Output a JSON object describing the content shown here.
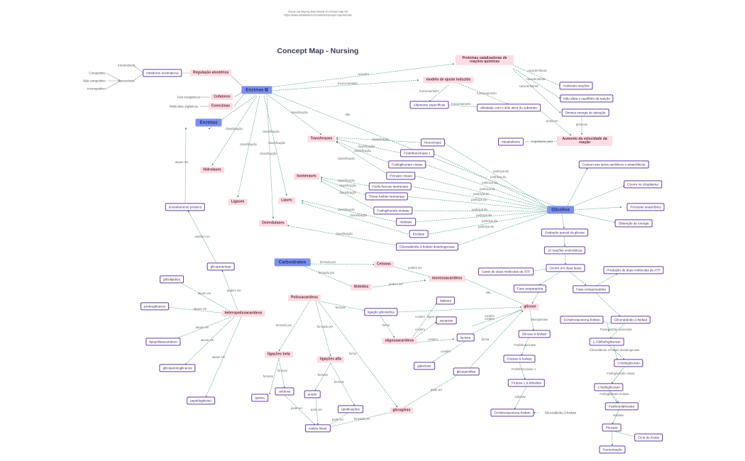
{
  "header_note": "Check out step-by-step tutorial of concept map via https://www.edrawmind.com/article/concept-map-tutorial/",
  "title": "Concept Map - Nursing",
  "colors": {
    "pink": "#fbdde3",
    "blue": "#7d90ea",
    "box_border": "#6a3fa0",
    "edge": "#2e8a74"
  },
  "nodes": {
    "enzimas_main": "Enzimas",
    "enzimas_sub": "Enzimas",
    "regulacao": "Regulação alostérica",
    "cofatores": "Cofatores",
    "coenzimas": "Coenzimas",
    "inibidores": "Inibidores enzimáticos",
    "irreversiveis": "Irreversíveis",
    "reversiveis": "Reversíveis",
    "competitivo": "Competitivo",
    "nao_competitivo": "Não competitivo",
    "incompetitivo": "Incompetitivo",
    "ions": "Íons inorgânicos",
    "moleculas": "Moléculas orgânicas",
    "proteinas": "Proteínas catalizadoras de reações químicas",
    "modelo": "modelo de ajuste induzido",
    "altamente": "Altamente específicas",
    "afinidade": "afinidade com o sítio ativo do substrato",
    "aceleram": "Aceleram reações",
    "nao_afeta": "Não afeta o equilíbrio da reação",
    "diminui": "Diminui energia de ativação",
    "aumento": "Aumento da velocidade da reação",
    "metabolismo": "Metabolismo",
    "hidrolases": "Hidrolases",
    "ligases": "Ligases",
    "oxiredutases": "Oxiredutases",
    "transferases": "Transferases",
    "isomerases": "Isomerases",
    "liases": "Liases",
    "hexoquinase": "Hexocinase",
    "pfk": "Fosfofrutocinase 1",
    "fosfoglicerato_cinase": "Fosfoglicerato cinase",
    "piruvato_cinase": "Piruvato cinase",
    "fosfo_hexose": "Fosfo-hexose isomerase",
    "triose_iso": "Triose-fosfato isomerase",
    "fosfoglicerato_mutase": "Fosfoglicerato mutase",
    "aldolase": "Aldolase",
    "enolase": "Enolase",
    "gliceraldeido_desid": "Gliceraldeído-3-fosfato desidrogenase",
    "glicolise": "Glicólise",
    "comum": "Comum aos seres aeróbicos e anaeróbicos",
    "ocorre_citoplasma": "Ocorre no citoplasma",
    "processo_anaerobio": "Processo anaeróbico",
    "obtencao": "Obtenção de energia",
    "oxidacao": "Oxidação parcial da glicose",
    "dez_reacoes": "10 reações enzimáticas",
    "duas_fases": "Ocorre em duas fases",
    "gasto_atp": "Gasto de duas moléculas de ATP",
    "producao_atp": "Produção de duas moléculas de ATP",
    "fase_prep": "Fase preparatória",
    "fase_comp": "Fase compensatória",
    "dihidroxi_a": "Di-hidroxiacetona-fosfato",
    "gliceraldeido3f_a": "Gliceraldeído-3-fosfato",
    "bpg13": "1,3-bifosfoglicerato",
    "pg3": "3-fosfoglicerato",
    "pg2": "2-fosfoglicerato",
    "pep": "Fosfoenolpiruvato",
    "piruvato": "Piruvato",
    "ciclo_krebs": "Ciclo de Krebs",
    "fermentacao": "Fermentação",
    "glicose": "glicose",
    "g6p": "Glicose-6-fosfato",
    "f6p": "Frutose-6-fosfato",
    "f16bp": "Frutose-1,6-bifosfato",
    "dihidroxi_b": "Di-hidroxiacetona-fosfato",
    "gliceraldeido3f_b": "Gliceraldeído-3-fosfato",
    "carboidratos": "Carboidratos",
    "cetonas": "Cetonas",
    "aldeidos": "Aldeídos",
    "monossacarideos": "monossacarídeos",
    "polissacarideos": "Polissacarídeos",
    "oligossacarideos": "oligossacarídeos",
    "ligacao_glicosidica": "ligação glicosídica",
    "maltose": "Maltose",
    "sacarose": "sacarose",
    "lactose": "lactose",
    "galactose": "galactose",
    "glicogenolise": "glicogenólise",
    "ligacoes_beta": "ligações beta",
    "ligacoes_alfa": "ligações alfa",
    "celulose": "celulose",
    "quitina": "quitina",
    "amido": "amido",
    "ramificacoes": "ramificações",
    "cadeia_linear": "cadeia linear",
    "glicogenio": "glicogênio",
    "hetero": "heteropolissacarídeos",
    "glicolipidios": "glicolipídios",
    "proteoglicanos": "proteoglicanos",
    "lipopolissacarideos": "lipopolissacarídeos",
    "glicosaminoglicanos": "glicosaminoglicanos",
    "peptidoglicano": "peptidoglicano",
    "glicoproteinas": "glicoproteínas",
    "enovelamento": "enovelamento proteico"
  },
  "edge_labels": {
    "conceito": "conceito",
    "funcionamento": "funcionamento",
    "caracteristicas": "características",
    "promove": "promove",
    "classificacao": "classificação",
    "sao": "são",
    "participa_da": "participa da",
    "importante_para": "Importante para",
    "auxiliam_no": "auxiliam no",
    "atuam_em": "atuam em",
    "podem_ser": "podem ser",
    "ligam_se": "ligam-se",
    "formado_por": "formado por",
    "formam": "formam",
    "formada_por": "formada por",
    "forma": "forma",
    "contem": "contém",
    "pode_ser": "pode ser",
    "hexoquinase": "Hexoquinase",
    "fosfofrutocinase": "Fosfofrutocinase",
    "fosfofrutocinase1": "Fosfofrutocinase 1",
    "aldolase": "Aldolase",
    "triose_iso": "Triose fosfato isomerase",
    "gliceraldeido_desid": "Gliceraldeído-3-fosfato desidrogenase",
    "fosfoglicerato_cinase": "Fosfoglicerato cinase",
    "fosfoglicerato_mutase": "Fosfoglicerato mutase",
    "enolase": "Enolase",
    "piruvato_cinase": "Piruvato cinase",
    "ocorrem_em": "ocorrem em",
    "involve": "envolve"
  }
}
